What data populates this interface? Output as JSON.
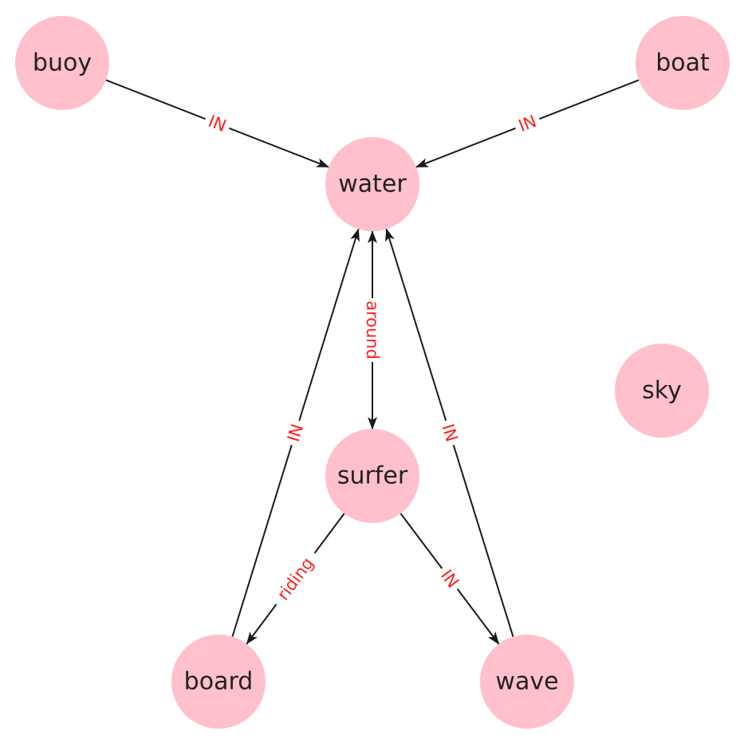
{
  "colors": {
    "node_fill": "#ffc0cb",
    "edge": "#1a1a1a",
    "edge_label": "#ff2020"
  },
  "nodes": [
    {
      "id": "buoy",
      "label": "buoy"
    },
    {
      "id": "boat",
      "label": "boat"
    },
    {
      "id": "water",
      "label": "water"
    },
    {
      "id": "sky",
      "label": "sky"
    },
    {
      "id": "surfer",
      "label": "surfer"
    },
    {
      "id": "board",
      "label": "board"
    },
    {
      "id": "wave",
      "label": "wave"
    }
  ],
  "edges": [
    {
      "source": "buoy",
      "target": "water",
      "label": "IN"
    },
    {
      "source": "boat",
      "target": "water",
      "label": "IN"
    },
    {
      "source": "water",
      "target": "surfer",
      "label": "around"
    },
    {
      "source": "surfer",
      "target": "water",
      "label": ""
    },
    {
      "source": "board",
      "target": "water",
      "label": "IN"
    },
    {
      "source": "wave",
      "target": "water",
      "label": "IN"
    },
    {
      "source": "surfer",
      "target": "board",
      "label": "riding"
    },
    {
      "source": "surfer",
      "target": "wave",
      "label": "IN"
    }
  ]
}
